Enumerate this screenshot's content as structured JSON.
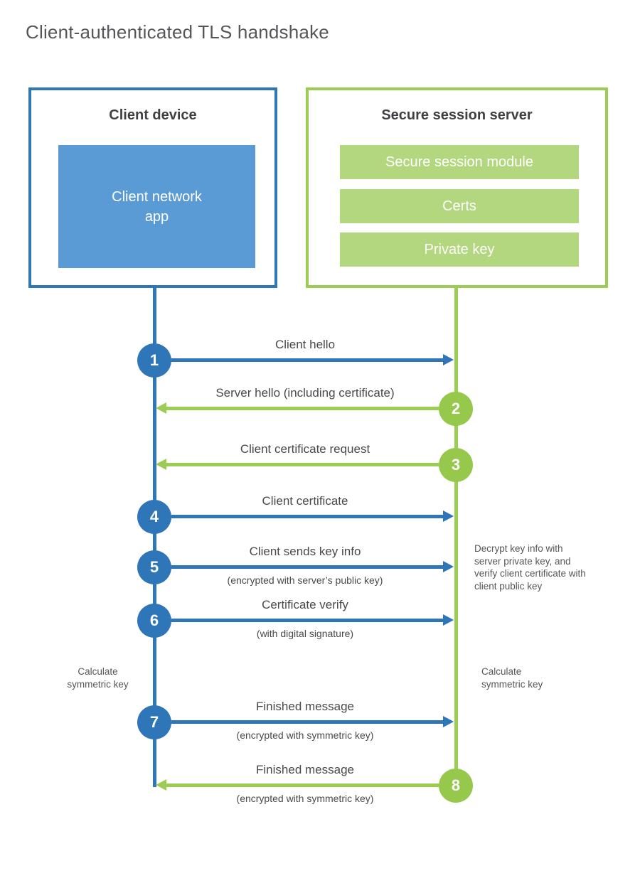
{
  "title": "Client-authenticated TLS handshake",
  "colors": {
    "blue": "#2e76b8",
    "blue-light": "#5b9bd5",
    "green": "#9bcd54",
    "green-circle": "#96c84b",
    "green-bar": "#b3d77e",
    "ink-dark": "#3f4043",
    "ink": "#48494b",
    "ink-soft": "#55565a"
  },
  "client_box": {
    "title": "Client device",
    "app_label": "Client network\napp"
  },
  "server_box": {
    "title": "Secure session server",
    "modules": [
      "Secure session module",
      "Certs",
      "Private key"
    ]
  },
  "steps": [
    {
      "num": "1",
      "label": "Client hello",
      "sub": "",
      "direction": "right",
      "actor": "client"
    },
    {
      "num": "2",
      "label": "Server hello (including certificate)",
      "sub": "",
      "direction": "left",
      "actor": "server"
    },
    {
      "num": "3",
      "label": "Client certificate request",
      "sub": "",
      "direction": "left",
      "actor": "server"
    },
    {
      "num": "4",
      "label": "Client certificate",
      "sub": "",
      "direction": "right",
      "actor": "client"
    },
    {
      "num": "5",
      "label": "Client sends key info",
      "sub": "(encrypted with server’s public key)",
      "direction": "right",
      "actor": "client"
    },
    {
      "num": "6",
      "label": "Certificate verify",
      "sub": "(with digital signature)",
      "direction": "right",
      "actor": "client"
    },
    {
      "num": "7",
      "label": "Finished message",
      "sub": "(encrypted with symmetric key)",
      "direction": "right",
      "actor": "client"
    },
    {
      "num": "8",
      "label": "Finished message",
      "sub": "(encrypted with symmetric key)",
      "direction": "left",
      "actor": "server"
    }
  ],
  "annotations": {
    "decrypt_note": "Decrypt key info with server private key, and verify client certificate with client public key",
    "calc_left": "Calculate symmetric key",
    "calc_right": "Calculate symmetric key"
  }
}
